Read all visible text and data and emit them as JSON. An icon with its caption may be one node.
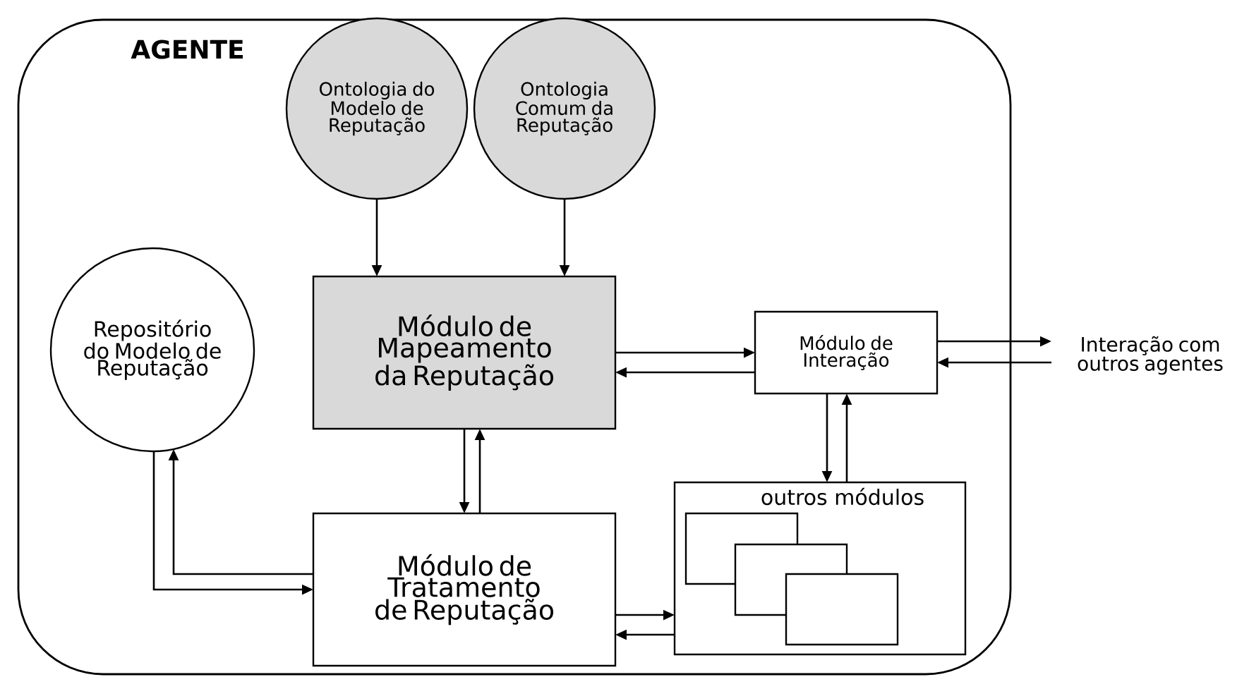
{
  "diagram": {
    "nodes": [
      {
        "text": [
          "AGENTE"
        ]
      },
      {
        "text": [
          "Ontologia do Modelo de Reputação"
        ],
        "in": 0
      },
      {
        "text": [
          "Ontologia Comum da Reputação"
        ],
        "in": 0
      },
      {
        "text": [
          "Repositório do Modelo de Reputação"
        ],
        "in": 0
      },
      {
        "text": [
          "Módulo de Mapeamento da Reputação"
        ],
        "in": 0
      },
      {
        "text": [
          "Módulo de Interação"
        ],
        "in": 0
      },
      {
        "text": [
          "Interação com outros agentes"
        ]
      },
      {
        "text": [
          "Módulo de Tratamento de Reputação"
        ],
        "in": 0
      },
      {
        "text": [
          "outros módulos"
        ],
        "in": 0
      },
      {
        "text": [],
        "shape": "box",
        "in": 8
      },
      {
        "text": [],
        "shape": "box",
        "in": 8
      },
      {
        "text": [],
        "shape": "box",
        "in": 8
      }
    ],
    "edges": [
      {
        "from": 1,
        "to": 4,
        "arrow": "to"
      },
      {
        "from": 2,
        "to": 4,
        "arrow": "to"
      },
      {
        "from": 4,
        "to": 5,
        "arrow": "to"
      },
      {
        "from": 5,
        "to": 4,
        "arrow": "to"
      },
      {
        "from": 5,
        "to": 6,
        "arrow": "to"
      },
      {
        "from": 6,
        "to": 5,
        "arrow": "to"
      },
      {
        "from": 5,
        "to": 8,
        "arrow": "to"
      },
      {
        "from": 8,
        "to": 5,
        "arrow": "to"
      },
      {
        "from": 4,
        "to": 7,
        "arrow": "to"
      },
      {
        "from": 7,
        "to": 4,
        "arrow": "to"
      },
      {
        "from": 3,
        "to": 7,
        "arrow": "to"
      },
      {
        "from": 7,
        "to": 3,
        "arrow": "to"
      },
      {
        "from": 7,
        "to": 8,
        "arrow": "to"
      },
      {
        "from": 8,
        "to": 7,
        "arrow": "to"
      }
    ]
  }
}
